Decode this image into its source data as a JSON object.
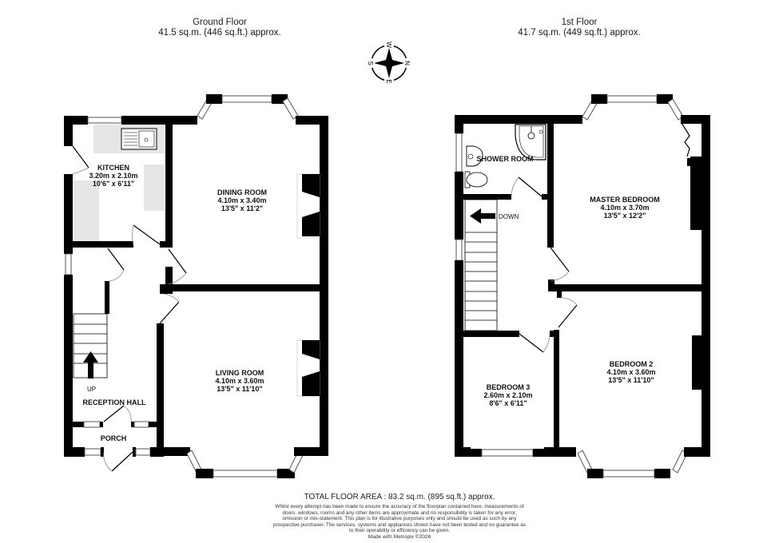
{
  "ground_floor": {
    "title": "Ground Floor",
    "area": "41.5 sq.m. (446 sq.ft.) approx.",
    "rooms": {
      "kitchen": {
        "name": "KITCHEN",
        "metric": "3.20m  x 2.10m",
        "imperial": "10'6\"  x 6'11\""
      },
      "dining_room": {
        "name": "DINING ROOM",
        "metric": "4.10m  x 3.40m",
        "imperial": "13'5\"  x 11'2\""
      },
      "living_room": {
        "name": "LIVING ROOM",
        "metric": "4.10m  x 3.60m",
        "imperial": "13'5\"  x 11'10\""
      },
      "reception_hall": {
        "name": "RECEPTION HALL"
      },
      "porch": {
        "name": "PORCH"
      }
    },
    "stairs_label": "UP"
  },
  "first_floor": {
    "title": "1st Floor",
    "area": "41.7 sq.m. (449 sq.ft.) approx.",
    "rooms": {
      "shower_room": {
        "name": "SHOWER ROOM"
      },
      "master_bedroom": {
        "name": "MASTER BEDROOM",
        "metric": "4.10m  x 3.70m",
        "imperial": "13'5\"  x 12'2\""
      },
      "bedroom_2": {
        "name": "BEDROOM 2",
        "metric": "4.10m  x 3.60m",
        "imperial": "13'5\"  x 11'10\""
      },
      "bedroom_3": {
        "name": "BEDROOM 3",
        "metric": "2.60m  x 2.10m",
        "imperial": "8'6\"  x 6'11\""
      }
    },
    "stairs_label": "DOWN"
  },
  "compass": {
    "icon": "compass-rose-icon",
    "letters": {
      "top": "W",
      "right": "N",
      "bottom": "E",
      "left": "S"
    }
  },
  "footer": {
    "total": "TOTAL FLOOR AREA : 83.2 sq.m. (895 sq.ft.) approx.",
    "disclaimer": "Whilst every attempt has been made to ensure the accuracy of the floorplan contained here, measurements of doors, windows, rooms and any other items are approximate and no responsibility is taken for any error, omission or mis-statement. This plan is for illustrative purposes only and should be used as such by any prospective purchaser. The services, systems and appliances shown have not been tested and no guarantee as to their operability or efficiency can be given.",
    "made_with": "Made with Metropix ©2026"
  },
  "colors": {
    "wall": "#000000",
    "fixture": "#e6e6e6",
    "background": "#ffffff"
  }
}
